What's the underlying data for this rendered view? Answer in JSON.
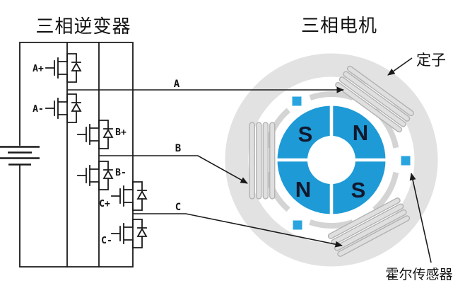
{
  "inverter": {
    "title": "三相逆变器",
    "switches": {
      "a_high": "A+",
      "a_low": "A-",
      "b_high": "B+",
      "b_low": "B-",
      "c_high": "C+",
      "c_low": "C-"
    }
  },
  "phases": {
    "a": "A",
    "b": "B",
    "c": "C"
  },
  "motor": {
    "title": "三相电机",
    "poles": {
      "top_left": "S",
      "top_right": "N",
      "bottom_left": "N",
      "bottom_right": "S"
    },
    "annotations": {
      "stator": "定子",
      "hall_sensor": "霍尔传感器"
    }
  },
  "colors": {
    "line": "#1A1A1A",
    "rotor_blue": "#1E9AD6",
    "hall_blue": "#2AA4DF",
    "stator_gray": "#E2E2E2",
    "core_gray": "#D4D4D4",
    "coil_gray": "#DFDFDF",
    "pole_text": "#12182C"
  }
}
